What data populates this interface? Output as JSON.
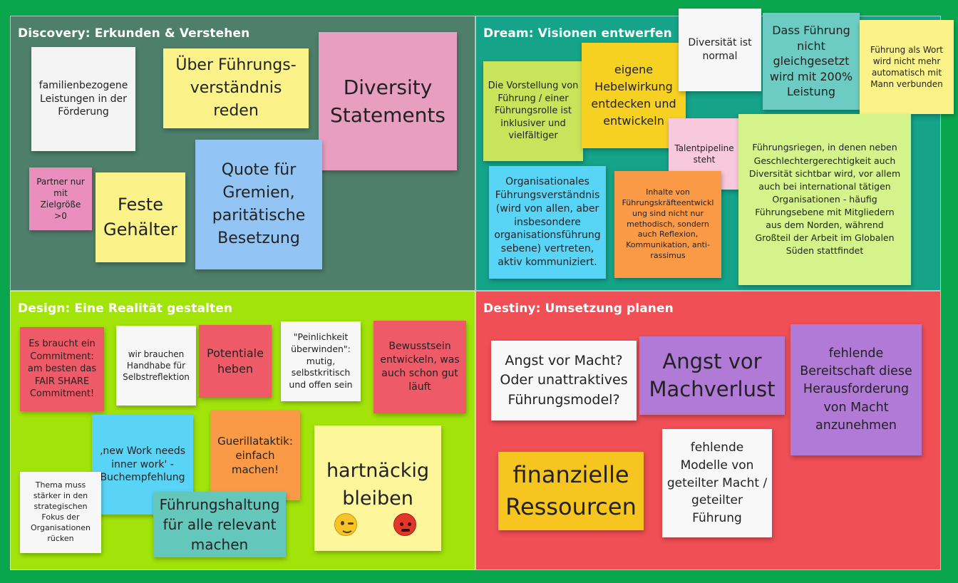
{
  "quadrants": {
    "discovery": {
      "title": "Discovery: Erkunden & Verstehen",
      "color": "#4d7f6b"
    },
    "dream": {
      "title": "Dream: Visionen entwerfen",
      "color": "#15a389"
    },
    "design": {
      "title": "Design: Eine Realität gestalten",
      "color": "#a2e40a"
    },
    "destiny": {
      "title": "Destiny: Umsetzung planen",
      "color": "#ef4f55"
    }
  },
  "notes": {
    "d1": "familienbezogene Leistungen in der Förderung",
    "d2": "Über Führungs-\nverständnis\nreden",
    "d3": "Diversity Statements",
    "d4": "Partner nur mit Zielgröße >0",
    "d5": "Feste Gehälter",
    "d6": "Quote für Gremien, paritätische Besetzung",
    "r1": "Die Vorstellung von Führung / einer Führungsrolle ist inklusiver und vielfältiger",
    "r2": "eigene Hebelwirkung entdecken und entwickeln",
    "r3": "Diversität ist normal",
    "r4": "Dass Führung nicht gleichgesetzt wird mit 200% Leistung",
    "r5": "Führung als Wort wird nicht mehr automatisch mit Mann verbunden",
    "r6": "Talentpipeline steht",
    "r7": "Organisationales Führungsverständnis (wird von allen, aber insbesondere organisationsführung sebene)   vertreten, aktiv kommuniziert.",
    "r8": "Inhalte von Führungskräfteentwickl ung sind nicht nur methodisch, sondern auch Reflexion, Kommunikation, anti-rassimus",
    "r9": "Führungsriegen, in denen neben Geschlechtergerechtigkeit auch Diversität sichtbar wird, vor allem auch bei international tätigen Organisationen - häufig Führungsebene mit Mitgliedern aus dem Norden, während Großteil der Arbeit im Globalen Süden stattfindet",
    "g1": "Es braucht ein Commitment: am besten das FAIR SHARE Commitment!",
    "g2": "wir brauchen Handhabe für Selbstreflektion",
    "g3": "Potentiale heben",
    "g4": "\"Peinlichkeit überwinden\": mutig, selbstkritisch und offen sein",
    "g5": "Bewusstsein entwickeln, was auch schon gut läuft",
    "g6": "‚new Work needs inner work' - Buchempfehlung",
    "g7": "Guerillataktik: einfach machen!",
    "g8": "hartnäckig bleiben",
    "g9": "Thema muss stärker in den strategischen Fokus der Organisationen rücken",
    "g10": "Führungshaltung für alle relevant machen",
    "t1": "Angst vor Macht? Oder unattraktives Führungsmodel?",
    "t2": "Angst vor Machverlust",
    "t3": "fehlende Bereitschaft  diese Herausforderung von Macht anzunehmen",
    "t4": "finanzielle Ressourcen",
    "t5": "fehlende Modelle von geteilter Macht / geteilter Führung"
  },
  "icons": {
    "wink": "winking-face-emoji",
    "angry": "angry-face-emoji"
  }
}
